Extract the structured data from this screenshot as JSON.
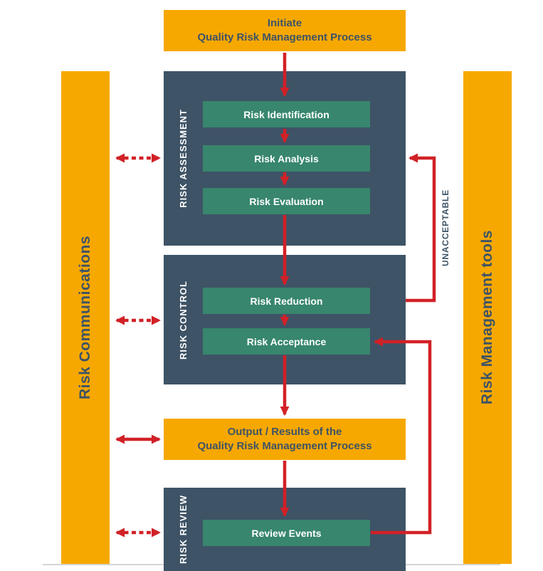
{
  "colors": {
    "yellow": "#F7A800",
    "slate": "#3E5366",
    "teal": "#37866D",
    "arrow_red": "#D12127",
    "text_on_yellow": "#3E5366",
    "text_on_dark": "#FFFFFF"
  },
  "initiate_box": {
    "line1": "Initiate",
    "line2": "Quality Risk Management Process"
  },
  "left_bar": {
    "label": "Risk Communications"
  },
  "right_bar": {
    "label": "Risk Management tools"
  },
  "assessment": {
    "label": "RISK ASSESSMENT",
    "steps": [
      "Risk Identification",
      "Risk Analysis",
      "Risk Evaluation"
    ]
  },
  "control": {
    "label": "RISK CONTROL",
    "steps": [
      "Risk Reduction",
      "Risk Acceptance"
    ]
  },
  "output_box": {
    "line1": "Output / Results of the",
    "line2": "Quality Risk Management Process"
  },
  "review": {
    "label": "RISK REVIEW",
    "steps": [
      "Review Events"
    ]
  },
  "unacceptable_label": "UNACCEPTABLE"
}
